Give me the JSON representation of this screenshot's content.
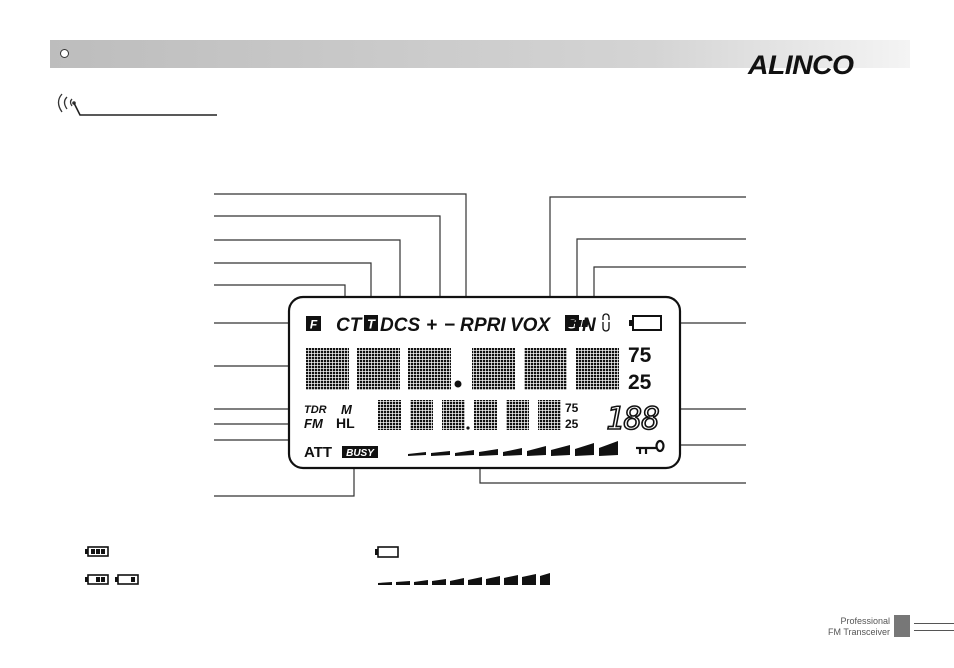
{
  "header": {
    "brand_logo": "ALINCO"
  },
  "lcd": {
    "top_indicators": {
      "f": "F",
      "ct": "CT",
      "t": "T",
      "dcs": "DCS",
      "plus": "+",
      "minus": "−",
      "r": "R",
      "pri": "PRI",
      "vox": "VOX",
      "s": "S",
      "n": "N"
    },
    "main_freq_suffix_top": "75",
    "main_freq_suffix_bottom": "25",
    "sub_freq_suffix_top": "75",
    "sub_freq_suffix_bottom": "25",
    "left_indicators": {
      "tdr": "TDR",
      "m": "M",
      "fm": "FM",
      "hl": "HL",
      "att": "ATT",
      "busy": "BUSY"
    },
    "channel_display": "188"
  },
  "footer": {
    "line1": "Professional",
    "line2": "FM Transceiver"
  },
  "colors": {
    "ink": "#111111",
    "header_gray": "#c8c8c8",
    "footer_gray": "#777777"
  },
  "icons": [
    "battery-full-icon",
    "battery-half-icon",
    "battery-low-icon",
    "battery-empty-icon",
    "signal-meter-icon",
    "key-lock-icon",
    "radio-wave-icon",
    "padlock-icon"
  ]
}
